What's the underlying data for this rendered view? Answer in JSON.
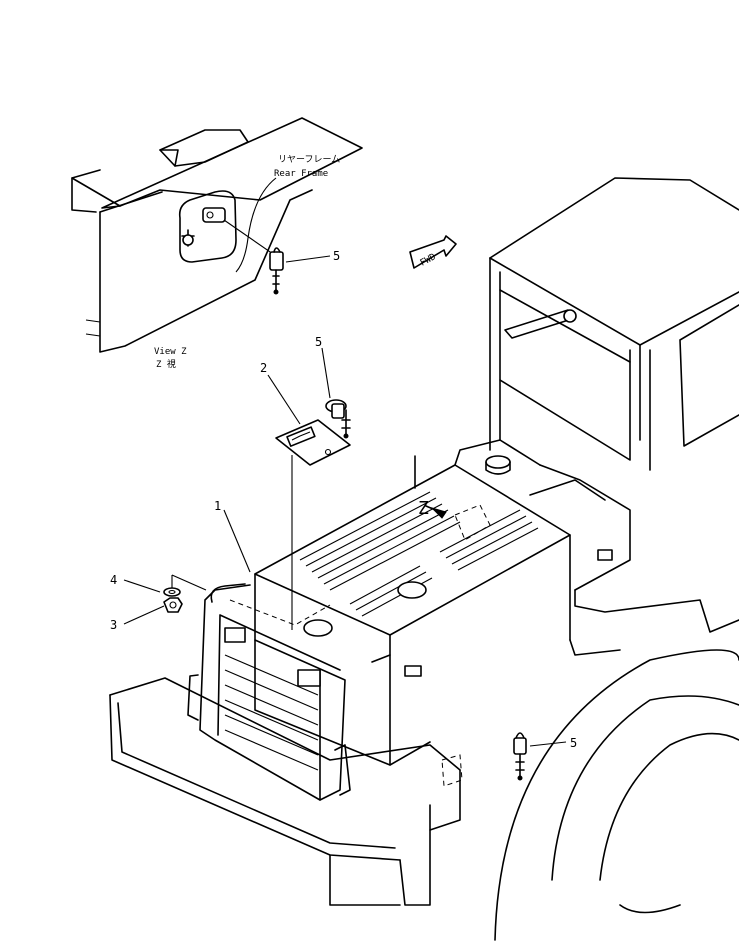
{
  "view_z": {
    "label_en": "View Z",
    "label_jp": "Z 視",
    "rear_frame_jp": "リヤーフレーム",
    "rear_frame_en": "Rear Frame"
  },
  "fwd_label": "FWD",
  "z_marker": "Z",
  "callouts": {
    "c1": "1",
    "c2": "2",
    "c3": "3",
    "c4": "4",
    "c5_view": "5",
    "c5_hood": "5",
    "c5_frame": "5"
  },
  "colors": {
    "line": "#000000",
    "background": "#ffffff"
  }
}
